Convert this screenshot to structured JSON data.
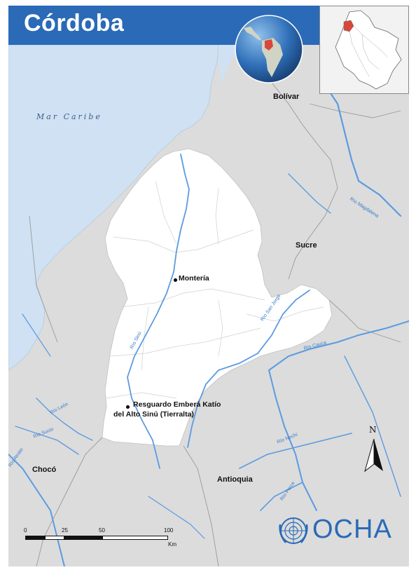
{
  "title": "Córdoba",
  "labels": {
    "sea": "Mar Caribe",
    "departments": {
      "bolivar": "Bolívar",
      "sucre": "Sucre",
      "choco": "Chocó",
      "antioquia": "Antioquia"
    },
    "cities": {
      "monteria": "Montería",
      "resguardo_line1": "Resguardo Emberá Katío",
      "resguardo_line2": "del Alto Sinú (Tierralta)"
    },
    "rivers": {
      "sinu": "Río Sinú",
      "san_jorge": "Río San Jorge",
      "magdalena": "Río Magdalena",
      "cauca": "Río Cauca",
      "leon": "Río León",
      "sucio": "Río Sucio",
      "atrato": "Río Atrato",
      "nechi": "Río Nechí",
      "porce": "Río Porce"
    }
  },
  "scale": {
    "ticks": [
      "0",
      "25",
      "50",
      "100"
    ],
    "unit": "Km"
  },
  "north": "N",
  "logo": "OCHA",
  "colors": {
    "header": "#2a6ab7",
    "sea": "#cfe1f3",
    "land": "#dcdcdc",
    "department": "#ffffff",
    "river": "#5b9be0",
    "highlight": "#d9463a"
  }
}
